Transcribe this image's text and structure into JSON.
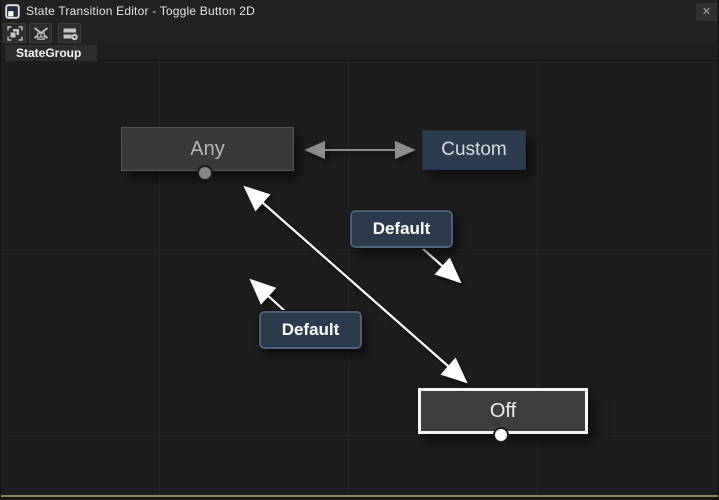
{
  "window": {
    "title": "State Transition Editor - Toggle Button 2D",
    "close_glyph": "✕"
  },
  "toolbar": {
    "button_icons": [
      "zoom-to-fit-icon",
      "auto-arrange-icon",
      "state-list-add-icon"
    ]
  },
  "tab": {
    "label": "StateGroup",
    "selected": true
  },
  "canvas": {
    "states": [
      {
        "label": "Any",
        "selected": false,
        "has_bottom_port": true
      },
      {
        "label": "Custom",
        "selected": false,
        "has_bottom_port": false
      },
      {
        "label": "Off",
        "selected": true,
        "has_bottom_port": true
      }
    ],
    "transition_condition_labels": [
      "Default",
      "Default"
    ],
    "transitions": [
      {
        "between": [
          "Any",
          "Custom"
        ],
        "style": "gray double-headed horizontal arrow"
      },
      {
        "between": [
          "Any",
          "Off"
        ],
        "style": "white double-headed diagonal arrow"
      },
      {
        "label": "Default (upper)",
        "style": "white arrow pointing down-right from label"
      },
      {
        "label": "Default (lower)",
        "style": "white arrow pointing up-left from label"
      }
    ],
    "colors": {
      "canvas_bg": "#1d1d1d",
      "chrome_bg": "#212121",
      "grid": "#242424",
      "state_fill": "#3a3a3a",
      "custom_state_fill": "#2b3c4e",
      "condition_fill": "#2b3b4b",
      "condition_border": "#4c6077",
      "selected_border": "#f5f5f5",
      "arrow_white": "#ffffff",
      "arrow_gray": "#8c8c8c",
      "bottom_accent": "#8c8257",
      "tab_bg": "#2d2d2d"
    }
  }
}
